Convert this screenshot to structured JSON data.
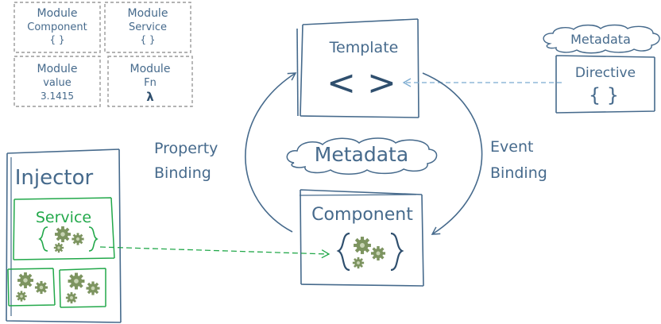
{
  "modules": {
    "component": {
      "line1": "Module",
      "line2": "Component",
      "line3": "{ }"
    },
    "service": {
      "line1": "Module",
      "line2": "Service",
      "line3": "{ }"
    },
    "value": {
      "line1": "Module",
      "line2": "value",
      "line3": "3.1415"
    },
    "fn": {
      "line1": "Module",
      "line2": "Fn",
      "line3": "λ"
    }
  },
  "template": {
    "title": "Template",
    "symbol": "< >"
  },
  "metadata_top": {
    "label": "Metadata"
  },
  "directive": {
    "title": "Directive",
    "symbol": "{ }"
  },
  "property_binding": {
    "line1": "Property",
    "line2": "Binding"
  },
  "event_binding": {
    "line1": "Event",
    "line2": "Binding"
  },
  "metadata_center": {
    "label": "Metadata"
  },
  "component": {
    "title": "Component"
  },
  "injector": {
    "title": "Injector",
    "service_label": "Service"
  },
  "colors": {
    "ink": "#466a8c",
    "dark_ink": "#2f4f6e",
    "green": "#22a84a",
    "gear": "#7d9460",
    "dashed_gray": "#9a9a9a",
    "dashed_blue": "#7aaad0"
  }
}
